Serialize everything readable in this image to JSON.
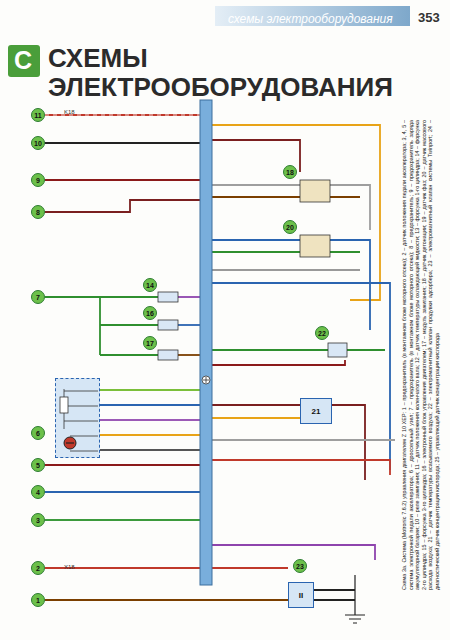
{
  "diagram": {
    "title": "СХЕМЫ ЭЛЕКТРООБОРУДОВАНИЯ",
    "caption": "Схема 3а. Система (Motronic 7.6.2) управления двигателем Z 10 XEP: 1 – предохранитель (в монтажном блоке моторного отсека); 2 – датчик положения педали акселератора; 3, 4, 5 – система электронной педали акселератора; 6 – дроссельный узел; 7 – предохранитель (в монтажном блоке моторного отсека); 8 – предохранитель; 9 – предохранитель заряда аккумуляторной батареи; 10 – реле зажигания; 11 – датчик положения коленчатого вала; 12 – датчик температуры охлаждающей жидкости; 13 – форсунка 1-го цилиндра; 14 – форсунка 2-го цилиндра; 15 – форсунка 3-го цилиндра; 16 – электронный блок управления двигателем; 17 – модуль зажигания; 18 – датчик детонации; 19 – датчик фаз; 20 – датчик массового расхода воздуха; 21 – датчик температуры всасываемого воздуха; 22 – электромагнитный клапан продувки адсорбера; 23 – электромагнитный клапан системы Twinport; 24 – диагностический датчик концентрации кислорода; 25 – управляющий датчик концентрации кислорода",
    "nodes": [
      {
        "text": [
          "11"
        ]
      },
      {
        "text": [
          "10"
        ]
      },
      {
        "text": [
          "9"
        ]
      },
      {
        "text": [
          "8"
        ]
      },
      {
        "text": [
          "18"
        ]
      },
      {
        "text": [
          "20"
        ]
      },
      {
        "text": [
          "7"
        ]
      },
      {
        "text": [
          "14"
        ]
      },
      {
        "text": [
          "16"
        ]
      },
      {
        "text": [
          "17"
        ]
      },
      {
        "text": [
          "22"
        ]
      },
      {
        "text": [
          "6"
        ]
      },
      {
        "text": [
          "21"
        ]
      },
      {
        "text": [
          "5"
        ]
      },
      {
        "text": [
          "4"
        ]
      },
      {
        "text": [
          "3"
        ]
      },
      {
        "text": [
          "2"
        ]
      },
      {
        "text": [
          "1"
        ]
      },
      {
        "text": [
          "II"
        ]
      }
    ],
    "labels": [
      "схемы электрооборудования",
      "353",
      "С",
      "K18",
      "X18",
      "23"
    ]
  }
}
